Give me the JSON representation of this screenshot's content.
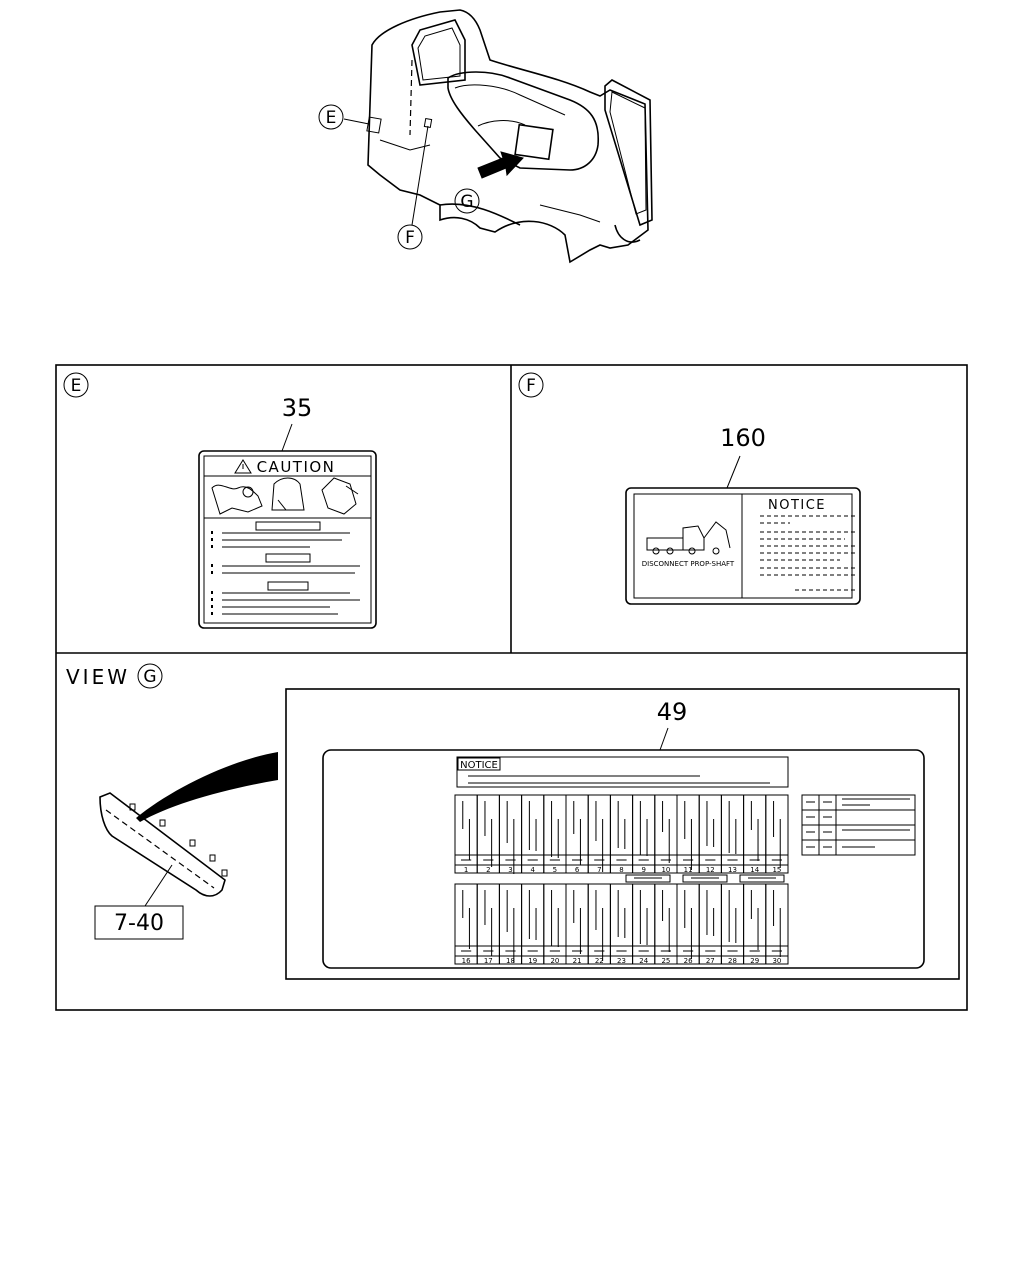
{
  "callouts": {
    "overview": {
      "e": "E",
      "f": "F",
      "g": "G"
    },
    "panel_e": {
      "letter": "E",
      "part": "35"
    },
    "panel_f": {
      "letter": "F",
      "part": "160"
    },
    "panel_g": {
      "view_label": "VIEW",
      "letter": "G",
      "part": "49",
      "ref": "7-40"
    }
  },
  "labels": {
    "caution": "CAUTION",
    "notice_f": "NOTICE",
    "disconnect": "DISCONNECT PROP-SHAFT",
    "notice_g": "NOTICE"
  },
  "fuse_numbers_top": [
    "1",
    "2",
    "3",
    "4",
    "5",
    "6",
    "7",
    "8",
    "9",
    "10",
    "11",
    "12",
    "13",
    "14",
    "15"
  ],
  "fuse_numbers_bottom": [
    "16",
    "17",
    "18",
    "19",
    "20",
    "21",
    "22",
    "23",
    "24",
    "25",
    "26",
    "27",
    "28",
    "29",
    "30"
  ],
  "colors": {
    "line": "#000000",
    "background": "#ffffff"
  },
  "icons": [
    "warning-triangle-icon",
    "truck-icon",
    "arrow-icon"
  ]
}
